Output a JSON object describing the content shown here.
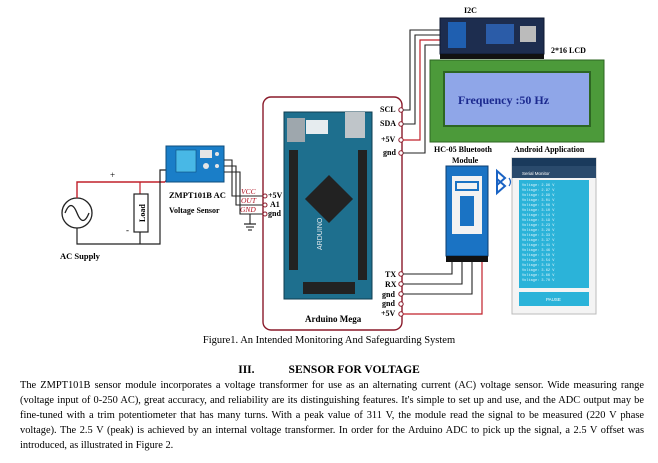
{
  "figure": {
    "labels": {
      "i2c": "I2C",
      "lcd_title": "2*16 LCD",
      "lcd_display": "Frequency :50 Hz",
      "bt_title_line1": "HC-05 Bluetooth",
      "bt_title_line2": "Module",
      "android_title": "Android Application",
      "sensor_title_line1": "ZMPT101B AC",
      "sensor_title_line2": "Voltage Sensor",
      "load": "Load",
      "plus": "+",
      "minus": "-",
      "ac_supply": "AC Supply",
      "arduino_mega": "Arduino Mega",
      "pin_vcc": "VCC",
      "pin_out": "OUT",
      "pin_gnd": "GND",
      "pin_5v_left": "+5V",
      "pin_a1": "A1",
      "pin_gnd_left": "gnd",
      "pin_scl": "SCL",
      "pin_sda": "SDA",
      "pin_5v_top": "+5V",
      "pin_gnd_top": "gnd",
      "pin_tx": "TX",
      "pin_rx": "RX",
      "pin_gnd_b1": "gnd",
      "pin_gnd_b2": "gnd",
      "pin_5v_bottom": "+5V",
      "phone_bar": "Serial Monitor",
      "phone_button": "PAUSE"
    },
    "colors": {
      "lcd_screen": "#8fa6e8",
      "lcd_frame": "#4c9a3a",
      "lcd_text": "#1c2a8f",
      "wire_red": "#c0202a",
      "wire_dark": "#222222",
      "arduino_board": "#1e6f8e",
      "phone_screen": "#2bb3d9",
      "box_outline": "#8a1a2a"
    },
    "icons": [
      "sine-wave-icon",
      "bluetooth-icon"
    ]
  },
  "caption": {
    "text": "Figure1. An Intended Monitoring And Safeguarding System"
  },
  "section": {
    "number": "III.",
    "title": "SENSOR FOR VOLTAGE"
  },
  "body": {
    "p1": "The ZMPT101B sensor module incorporates a voltage transformer for use as an alternating current (AC) voltage sensor. Wide measuring range (voltage input of 0-250 AC), great accuracy, and reliability are its distinguishing features. It's simple to set up and use, and the ADC output may be fine-tuned with a trim potentiometer that has many turns. With a peak value of 311 V, the module read the signal to be measured (220 V phase voltage). The 2.5 V (peak) is achieved by an internal voltage transformer. In order for the Arduino ADC to pick up the signal, a 2.5 V offset was introduced, as illustrated in Figure 2."
  }
}
